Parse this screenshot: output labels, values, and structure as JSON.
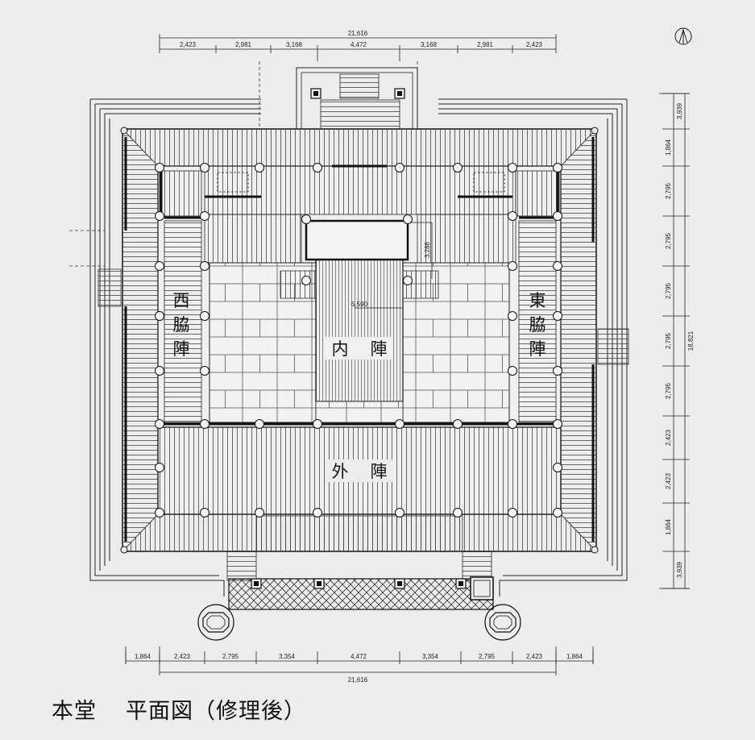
{
  "north_symbol": "N",
  "dims_top": [
    "2,423",
    "2,981",
    "3,168",
    "4,472",
    "3,168",
    "2,981",
    "2,423"
  ],
  "dim_top_total": "21,616",
  "dims_bottom": [
    "1,864",
    "2,423",
    "2,795",
    "3,354",
    "4,472",
    "3,354",
    "2,795",
    "2,423",
    "1,864"
  ],
  "dim_bottom_total": "21,616",
  "dims_right": [
    "3,939",
    "1,864",
    "2,795",
    "2,795",
    "2,795",
    "2,795",
    "2,795",
    "2,423",
    "2,423",
    "1,864",
    "3,939"
  ],
  "dim_right_total": "18,821",
  "dim_inner_v": "3,288",
  "dim_inner_h": "5,590",
  "rooms": {
    "west": [
      "西",
      "脇",
      "陣"
    ],
    "east": [
      "東",
      "脇",
      "陣"
    ],
    "inner": [
      "内",
      "陣"
    ],
    "outer": [
      "外",
      "陣"
    ]
  },
  "caption": {
    "title": "本堂",
    "subtitle": "平面図（修理後）"
  }
}
